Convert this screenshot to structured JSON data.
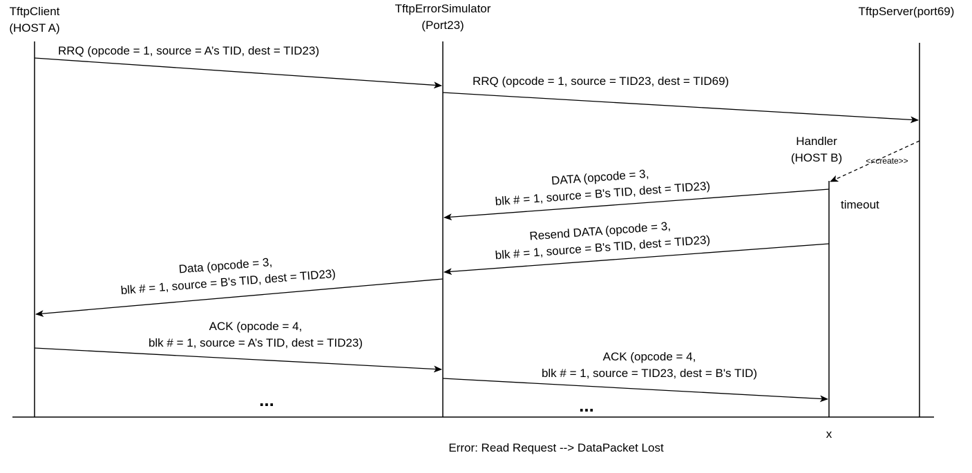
{
  "actors": {
    "client": {
      "line1": "TftpClient",
      "line2": "(HOST A)"
    },
    "simulator": {
      "line1": "TftpErrorSimulator",
      "line2": "(Port23)"
    },
    "server": {
      "line1": "TftpServer(port69)"
    },
    "handler": {
      "line1": "Handler",
      "line2": "(HOST B)"
    }
  },
  "messages": {
    "rrq_client": "RRQ  (opcode = 1, source = A’s TID, dest = TID23)",
    "rrq_sim": "RRQ  (opcode = 1, source = TID23, dest = TID69)",
    "create": "<<create>>",
    "data_handler": {
      "line1": "DATA (opcode = 3,",
      "line2": "blk # = 1, source = B's TID, dest = TID23)"
    },
    "timeout": "timeout",
    "resend_data": {
      "line1": "Resend DATA (opcode = 3,",
      "line2": "blk # = 1, source = B's TID, dest = TID23)"
    },
    "data_sim": {
      "line1": "Data (opcode = 3,",
      "line2": "blk # = 1, source = B's TID, dest = TID23)"
    },
    "ack_client": {
      "line1": "ACK  (opcode = 4,",
      "line2": "blk # = 1, source = A’s TID, dest = TID23)"
    },
    "ack_sim": {
      "line1": "ACK  (opcode = 4,",
      "line2": "blk # = 1, source = TID23, dest = B's TID)"
    },
    "ellipsis_left": "...",
    "ellipsis_right": "...",
    "terminate_marker": "x"
  },
  "caption": "Error: Read Request --> DataPacket Lost",
  "colors": {
    "line": "#000000",
    "background": "#ffffff"
  }
}
